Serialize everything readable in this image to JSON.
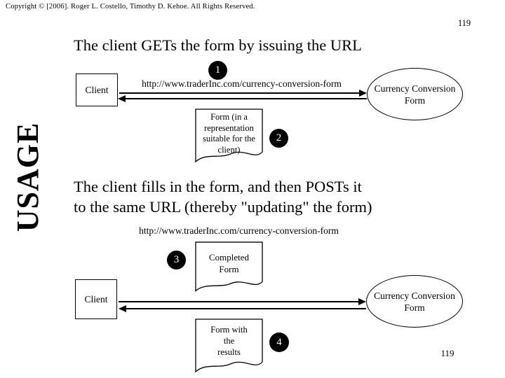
{
  "slide": {
    "copyright": "Copyright © [2006]. Roger L. Costello, Timothy D. Kehoe.  All Rights Reserved.",
    "page_number_top": "119",
    "page_number_bottom": "119",
    "sidebar_label": "USAGE",
    "title": "The client GETs the form by issuing the URL",
    "body_text": "The client fills in the form, and then POSTs it\nto the same URL (thereby \"updating\" the form)"
  },
  "get_diagram": {
    "step_badge": "1",
    "response_badge": "2",
    "client_label": "Client",
    "url": "http://www.traderInc.com/currency-conversion-form",
    "server_label": "Currency Conversion\nForm",
    "form_note": "Form (in a\nrepresentation\nsuitable for the\nclient)"
  },
  "post_diagram": {
    "step_badge": "3",
    "response_badge": "4",
    "client_label": "Client",
    "url": "http://www.traderInc.com/currency-conversion-form",
    "server_label": "Currency Conversion\nForm",
    "completed_form_note": "Completed\nForm",
    "results_form_note": "Form with\nthe\nresults"
  },
  "colors": {
    "background": "#ffffff",
    "ink": "#000000"
  }
}
